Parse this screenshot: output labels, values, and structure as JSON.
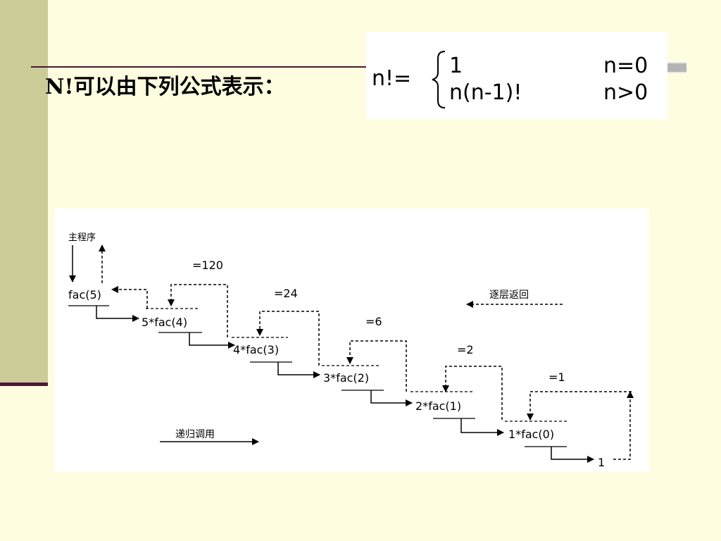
{
  "slide": {
    "title": "N!可以由下列公式表示："
  },
  "formula": {
    "lhs": "n!=",
    "case1_expr": "1",
    "case1_cond": "n=0",
    "case2_expr": "n(n-1)!",
    "case2_cond": "n>0"
  },
  "diagram": {
    "main_program": "主程序",
    "return_label": "逐层返回",
    "call_label": "递归调用",
    "steps": [
      {
        "prefix": "",
        "call": "fac(5)"
      },
      {
        "prefix": "5*",
        "call": "fac(4)"
      },
      {
        "prefix": "4*",
        "call": "fac(3)"
      },
      {
        "prefix": "3*",
        "call": "fac(2)"
      },
      {
        "prefix": "2*",
        "call": "fac(1)"
      },
      {
        "prefix": "1*",
        "call": "fac(0)"
      }
    ],
    "final_value": "1",
    "returns": [
      "=120",
      "=24",
      "=6",
      "=2",
      "=1"
    ]
  },
  "colors": {
    "background": "#fffde0",
    "side_bar": "#cccc99",
    "rule": "#4a1a33"
  }
}
